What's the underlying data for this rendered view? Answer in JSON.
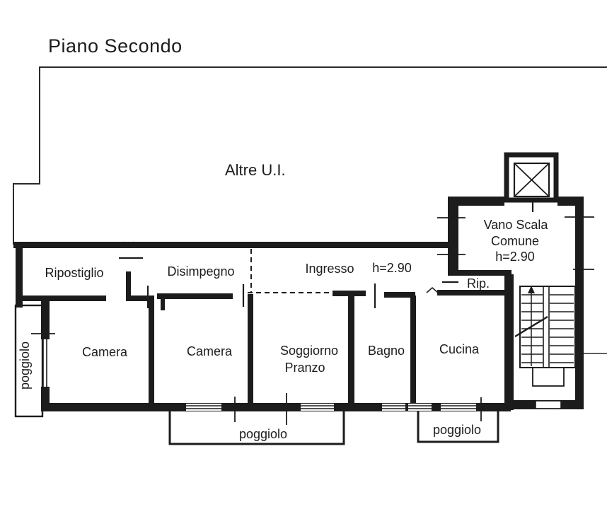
{
  "page": {
    "title": "Piano Secondo"
  },
  "areas": {
    "altre_ui": "Altre U.I.",
    "vano_scala": {
      "line1": "Vano Scala",
      "line2": "Comune",
      "line3": "h=2.90"
    }
  },
  "rooms": {
    "ripostiglio": "Ripostiglio",
    "disimpegno": "Disimpegno",
    "ingresso": "Ingresso",
    "ingresso_height": "h=2.90",
    "camera_1": "Camera",
    "camera_2": "Camera",
    "soggiorno_line1": "Soggiorno",
    "soggiorno_line2": "Pranzo",
    "bagno": "Bagno",
    "cucina": "Cucina",
    "rip": "Rip."
  },
  "balconies": {
    "left": "poggiolo",
    "bottom_center": "poggiolo",
    "bottom_right": "poggiolo"
  },
  "colors": {
    "ink": "#1c1c1c",
    "paper": "#ffffff"
  }
}
